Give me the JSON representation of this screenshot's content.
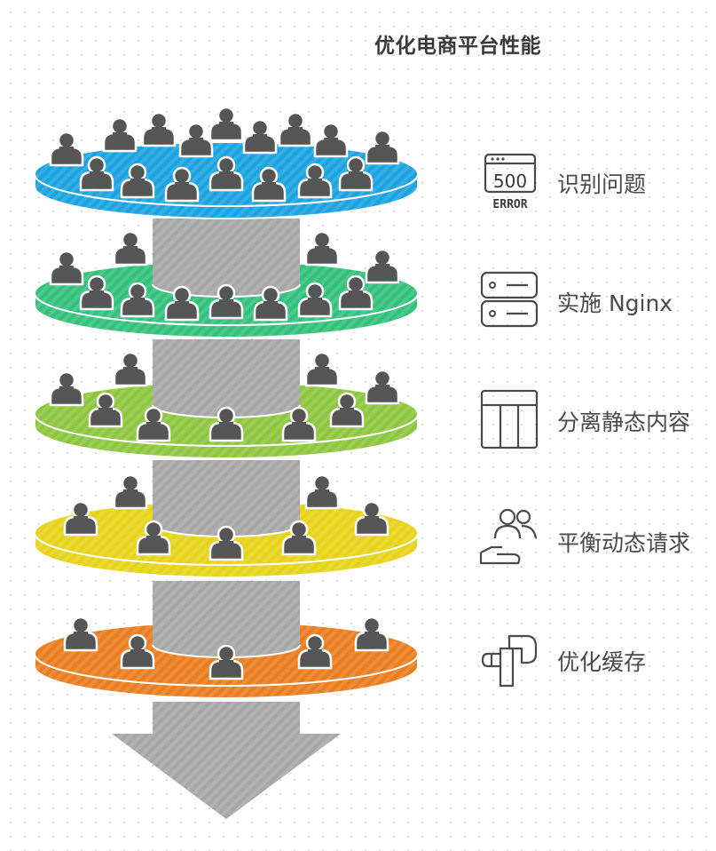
{
  "title": "优化电商平台性能",
  "icon_text": {
    "code": "500",
    "word": "ERROR"
  },
  "steps": [
    {
      "label": "识别问题",
      "icon": "error-500-icon",
      "color": "#1aa3e0"
    },
    {
      "label": "实施 Nginx",
      "icon": "server-icon",
      "color": "#33c17a"
    },
    {
      "label": "分离静态内容",
      "icon": "columns-icon",
      "color": "#8cc63f"
    },
    {
      "label": "平衡动态请求",
      "icon": "users-hand-icon",
      "color": "#e6d319"
    },
    {
      "label": "优化缓存",
      "icon": "pipe-icon",
      "color": "#ea7d20"
    }
  ],
  "colors": {
    "column": "#a6a6a6",
    "person": "#555555",
    "icon_stroke": "#4a4a4a"
  }
}
